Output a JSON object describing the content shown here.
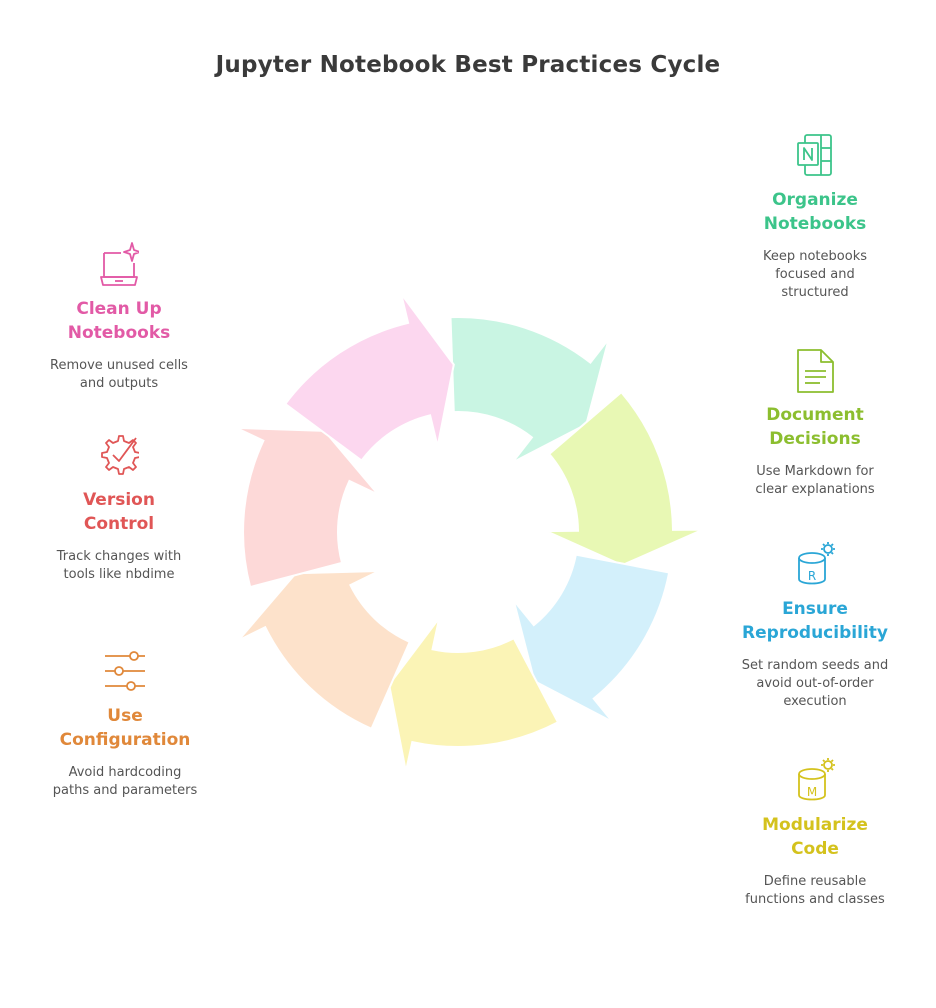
{
  "title": "Jupyter Notebook Best Practices Cycle",
  "colors": {
    "organize": "#3cc48a",
    "document": "#8cbe2f",
    "reproduce": "#2aa6d6",
    "modularize": "#d4c21d",
    "configuration": "#e0883a",
    "version": "#e05656",
    "cleanup": "#e25aa6"
  },
  "steps": [
    {
      "id": "organize",
      "heading": "Organize\nNotebooks",
      "description": "Keep notebooks focused and structured",
      "icon": "onenote-notebook-icon"
    },
    {
      "id": "document",
      "heading": "Document\nDecisions",
      "description": "Use Markdown for clear explanations",
      "icon": "document-icon"
    },
    {
      "id": "reproduce",
      "heading": "Ensure\nReproducibility",
      "description": "Set random seeds and avoid out-of-order execution",
      "icon": "r-database-gear-icon"
    },
    {
      "id": "modularize",
      "heading": "Modularize\nCode",
      "description": "Define reusable functions and classes",
      "icon": "m-database-gear-icon"
    },
    {
      "id": "configuration",
      "heading": "Use\nConfiguration",
      "description": "Avoid hardcoding paths and parameters",
      "icon": "sliders-icon"
    },
    {
      "id": "version",
      "heading": "Version\nControl",
      "description": "Track changes with tools like nbdime",
      "icon": "gear-check-icon"
    },
    {
      "id": "cleanup",
      "heading": "Clean Up\nNotebooks",
      "description": "Remove unused cells and outputs",
      "icon": "laptop-sparkle-icon"
    }
  ],
  "arrow_colors": [
    "#c9f5e3",
    "#e8f8b4",
    "#d3f0fb",
    "#fbf4b6",
    "#fde2cb",
    "#fdd9d8",
    "#fcd7ef"
  ]
}
